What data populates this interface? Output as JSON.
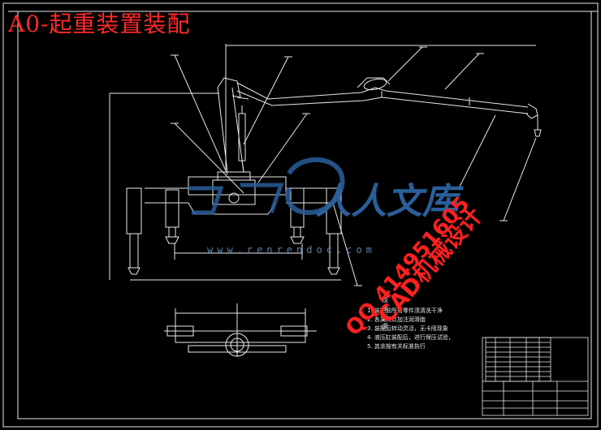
{
  "title": "A0-起重装置装配",
  "watermark": {
    "logo_text": "人人文库",
    "url": "www.renrendoc.com",
    "qq": "QQ 414951605",
    "cad": "CAD机械设计"
  },
  "tech_requirements": {
    "heading": "技术要求",
    "lines": [
      "1. 装配前所有零件须清洗干净",
      "2. 各润滑点加注润滑脂",
      "3. 装配后转动灵活，无卡阻现象",
      "4. 液压缸装配后，进行保压试验，",
      "5. 其余按有关标准执行"
    ]
  },
  "colors": {
    "background": "#000000",
    "line": "#e8e8e8",
    "title": "#ff2a2a",
    "watermark_blue": "#2a5f9a"
  }
}
